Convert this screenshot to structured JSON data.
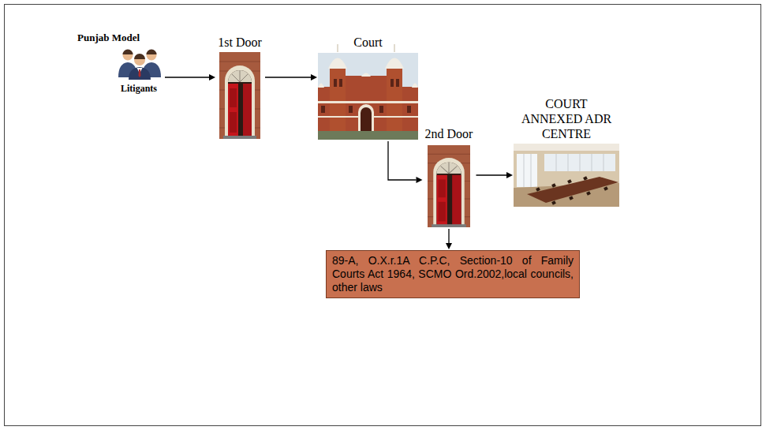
{
  "diagram": {
    "title": "Punjab Model",
    "nodes": [
      {
        "text": [
          "Litigants"
        ]
      },
      {
        "text": [
          "1st Door"
        ]
      },
      {
        "text": [
          "Court"
        ]
      },
      {
        "text": [
          "2nd Door"
        ]
      },
      {
        "text": [
          "COURT ANNEXED ADR CENTRE"
        ]
      },
      {
        "text": [
          "89-A, O.X.r.1A C.P.C, Section-10 of Family Courts Act 1964, SCMO Ord.2002,local councils, other laws"
        ]
      }
    ],
    "edges": [
      {
        "from": 0,
        "to": 1,
        "arrow": "to"
      },
      {
        "from": 1,
        "to": 2,
        "arrow": "to"
      },
      {
        "from": 2,
        "to": 3,
        "arrow": "to"
      },
      {
        "from": 3,
        "to": 4,
        "arrow": "to"
      },
      {
        "from": 3,
        "to": 5,
        "arrow": "to"
      }
    ]
  }
}
